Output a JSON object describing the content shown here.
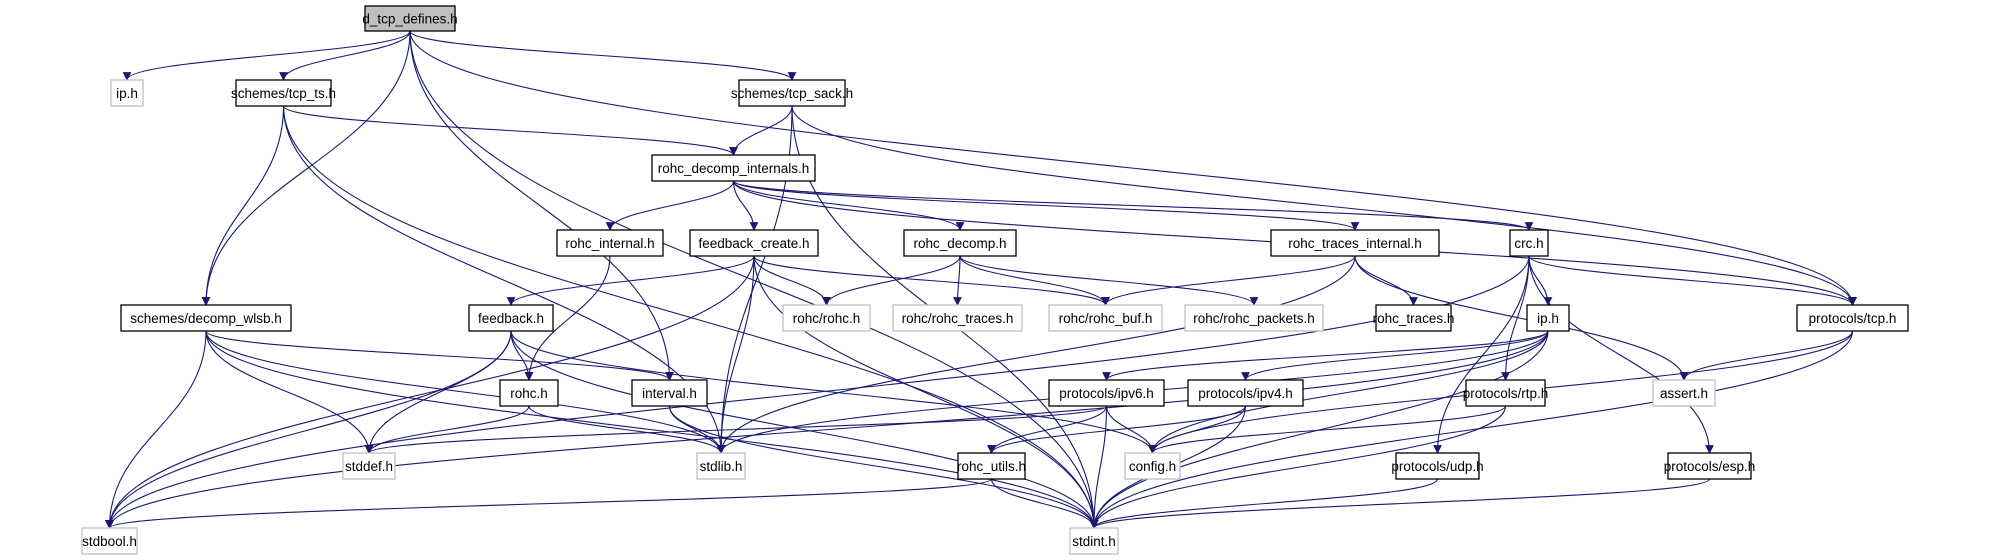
{
  "graph": {
    "title": "Include dependency graph for d_tcp_defines.h",
    "root": "d_tcp_defines.h",
    "colors": {
      "edge": "#191970",
      "local_border": "#000000",
      "system_border": "#bfbfbf",
      "root_fill": "#bfbfbf"
    },
    "nodes": [
      {
        "id": "root",
        "label": "d_tcp_defines.h",
        "kind": "root"
      },
      {
        "id": "ip_sys",
        "label": "ip.h",
        "kind": "system"
      },
      {
        "id": "tcp_ts",
        "label": "schemes/tcp_ts.h",
        "kind": "local"
      },
      {
        "id": "tcp_sack",
        "label": "schemes/tcp_sack.h",
        "kind": "local"
      },
      {
        "id": "decomp_internals",
        "label": "rohc_decomp_internals.h",
        "kind": "local"
      },
      {
        "id": "rohc_internal",
        "label": "rohc_internal.h",
        "kind": "local"
      },
      {
        "id": "feedback_create",
        "label": "feedback_create.h",
        "kind": "local"
      },
      {
        "id": "rohc_decomp",
        "label": "rohc_decomp.h",
        "kind": "local"
      },
      {
        "id": "traces_internal",
        "label": "rohc_traces_internal.h",
        "kind": "local"
      },
      {
        "id": "crc",
        "label": "crc.h",
        "kind": "local"
      },
      {
        "id": "decomp_wlsb",
        "label": "schemes/decomp_wlsb.h",
        "kind": "local"
      },
      {
        "id": "feedback",
        "label": "feedback.h",
        "kind": "local"
      },
      {
        "id": "rohc_rohc",
        "label": "rohc/rohc.h",
        "kind": "system"
      },
      {
        "id": "rohc_rohc_traces",
        "label": "rohc/rohc_traces.h",
        "kind": "system"
      },
      {
        "id": "rohc_buf",
        "label": "rohc/rohc_buf.h",
        "kind": "system"
      },
      {
        "id": "rohc_packets",
        "label": "rohc/rohc_packets.h",
        "kind": "system"
      },
      {
        "id": "rohc_traces",
        "label": "rohc_traces.h",
        "kind": "local"
      },
      {
        "id": "ip_local",
        "label": "ip.h",
        "kind": "local"
      },
      {
        "id": "tcp",
        "label": "protocols/tcp.h",
        "kind": "local"
      },
      {
        "id": "rohc_h",
        "label": "rohc.h",
        "kind": "local"
      },
      {
        "id": "interval",
        "label": "interval.h",
        "kind": "local"
      },
      {
        "id": "ipv6",
        "label": "protocols/ipv6.h",
        "kind": "local"
      },
      {
        "id": "ipv4",
        "label": "protocols/ipv4.h",
        "kind": "local"
      },
      {
        "id": "rtp",
        "label": "protocols/rtp.h",
        "kind": "local"
      },
      {
        "id": "assert",
        "label": "assert.h",
        "kind": "system"
      },
      {
        "id": "stddef",
        "label": "stddef.h",
        "kind": "system"
      },
      {
        "id": "stdlib",
        "label": "stdlib.h",
        "kind": "system"
      },
      {
        "id": "rohc_utils",
        "label": "rohc_utils.h",
        "kind": "local"
      },
      {
        "id": "config",
        "label": "config.h",
        "kind": "system"
      },
      {
        "id": "udp",
        "label": "protocols/udp.h",
        "kind": "local"
      },
      {
        "id": "esp",
        "label": "protocols/esp.h",
        "kind": "local"
      },
      {
        "id": "stdbool",
        "label": "stdbool.h",
        "kind": "system"
      },
      {
        "id": "stdint",
        "label": "stdint.h",
        "kind": "system"
      }
    ],
    "edges": [
      [
        "root",
        "ip_sys"
      ],
      [
        "root",
        "tcp_ts"
      ],
      [
        "root",
        "tcp_sack"
      ],
      [
        "root",
        "decomp_wlsb"
      ],
      [
        "root",
        "interval"
      ],
      [
        "root",
        "tcp"
      ],
      [
        "root",
        "stdint"
      ],
      [
        "tcp_ts",
        "decomp_internals"
      ],
      [
        "tcp_ts",
        "decomp_wlsb"
      ],
      [
        "tcp_ts",
        "stdlib"
      ],
      [
        "tcp_ts",
        "stdint"
      ],
      [
        "tcp_sack",
        "decomp_internals"
      ],
      [
        "tcp_sack",
        "stdlib"
      ],
      [
        "tcp_sack",
        "tcp"
      ],
      [
        "tcp_sack",
        "stdint"
      ],
      [
        "decomp_internals",
        "rohc_internal"
      ],
      [
        "decomp_internals",
        "feedback_create"
      ],
      [
        "decomp_internals",
        "rohc_decomp"
      ],
      [
        "decomp_internals",
        "traces_internal"
      ],
      [
        "decomp_internals",
        "crc"
      ],
      [
        "decomp_internals",
        "tcp"
      ],
      [
        "rohc_internal",
        "rohc_h"
      ],
      [
        "feedback_create",
        "feedback"
      ],
      [
        "feedback_create",
        "rohc_rohc"
      ],
      [
        "feedback_create",
        "rohc_buf"
      ],
      [
        "feedback_create",
        "stdbool"
      ],
      [
        "feedback_create",
        "stdlib"
      ],
      [
        "feedback_create",
        "stdint"
      ],
      [
        "rohc_decomp",
        "rohc_rohc"
      ],
      [
        "rohc_decomp",
        "rohc_rohc_traces"
      ],
      [
        "rohc_decomp",
        "rohc_buf"
      ],
      [
        "rohc_decomp",
        "rohc_packets"
      ],
      [
        "traces_internal",
        "rohc_buf"
      ],
      [
        "traces_internal",
        "rohc_traces"
      ],
      [
        "traces_internal",
        "assert"
      ],
      [
        "traces_internal",
        "stdlib"
      ],
      [
        "crc",
        "ip_local"
      ],
      [
        "crc",
        "tcp"
      ],
      [
        "crc",
        "rtp"
      ],
      [
        "crc",
        "udp"
      ],
      [
        "crc",
        "esp"
      ],
      [
        "crc",
        "stdbool"
      ],
      [
        "decomp_wlsb",
        "interval"
      ],
      [
        "decomp_wlsb",
        "stddef"
      ],
      [
        "decomp_wlsb",
        "stdlib"
      ],
      [
        "decomp_wlsb",
        "stdbool"
      ],
      [
        "decomp_wlsb",
        "stdint"
      ],
      [
        "feedback",
        "rohc_h"
      ],
      [
        "feedback",
        "stddef"
      ],
      [
        "feedback",
        "stdbool"
      ],
      [
        "feedback",
        "stdint"
      ],
      [
        "feedback",
        "config"
      ],
      [
        "rohc_h",
        "stddef"
      ],
      [
        "rohc_h",
        "stdlib"
      ],
      [
        "interval",
        "stdlib"
      ],
      [
        "interval",
        "stdint"
      ],
      [
        "ip_local",
        "ipv6"
      ],
      [
        "ip_local",
        "ipv4"
      ],
      [
        "ip_local",
        "stdlib"
      ],
      [
        "ip_local",
        "stdbool"
      ],
      [
        "ip_local",
        "stdint"
      ],
      [
        "ip_local",
        "config"
      ],
      [
        "ipv6",
        "rohc_utils"
      ],
      [
        "ipv6",
        "stddef"
      ],
      [
        "ipv6",
        "config"
      ],
      [
        "ipv6",
        "stdint"
      ],
      [
        "ipv4",
        "rohc_utils"
      ],
      [
        "ipv4",
        "config"
      ],
      [
        "ipv4",
        "stdint"
      ],
      [
        "rtp",
        "config"
      ],
      [
        "rtp",
        "stdint"
      ],
      [
        "tcp",
        "assert"
      ],
      [
        "tcp",
        "config"
      ],
      [
        "tcp",
        "stdint"
      ],
      [
        "rohc_utils",
        "stdbool"
      ],
      [
        "rohc_utils",
        "stdint"
      ],
      [
        "udp",
        "stdint"
      ],
      [
        "esp",
        "stdint"
      ]
    ]
  }
}
